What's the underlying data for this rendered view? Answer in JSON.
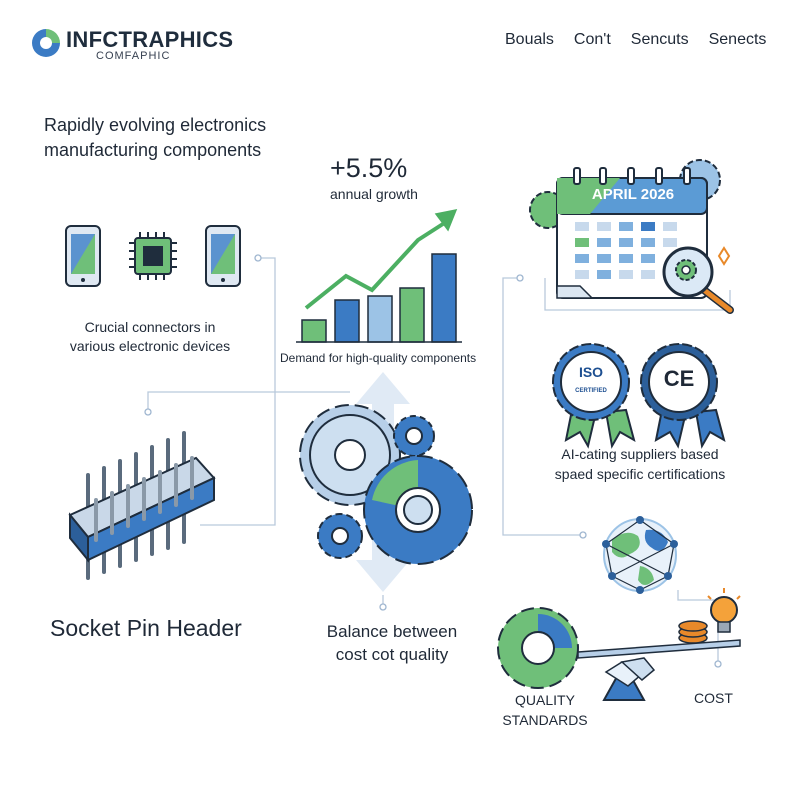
{
  "header": {
    "brand": "INFCTRAPHICS",
    "brand_sub": "COMFAPHIC",
    "nav": [
      "Bouals",
      "Con't",
      "Sencuts",
      "Senects"
    ]
  },
  "intro": [
    "Rapidly evolving electronics",
    "manufacturing components"
  ],
  "growth": {
    "value": "+5.5%",
    "label": "annual growth"
  },
  "connectors": [
    "Crucial connectors in",
    "various electronic devices"
  ],
  "demand": "Demand for high-quality components",
  "product": "Socket Pin Header",
  "balance": [
    "Balance between",
    "cost cot quality"
  ],
  "calendar": "APRIL 2026",
  "iso": {
    "title": "ISO",
    "sub": "CERTIFIED"
  },
  "ce": "CE",
  "certifications": [
    "AI-cating suppliers based",
    "spaed specific certifications"
  ],
  "quality": [
    "QUALITY",
    "STANDARDS"
  ],
  "cost": "COST",
  "colors": {
    "green": "#5aaf6a",
    "blue": "#3b7bc4",
    "light_blue": "#9cc3e6",
    "dark": "#1f2937",
    "orange": "#e8892a"
  }
}
